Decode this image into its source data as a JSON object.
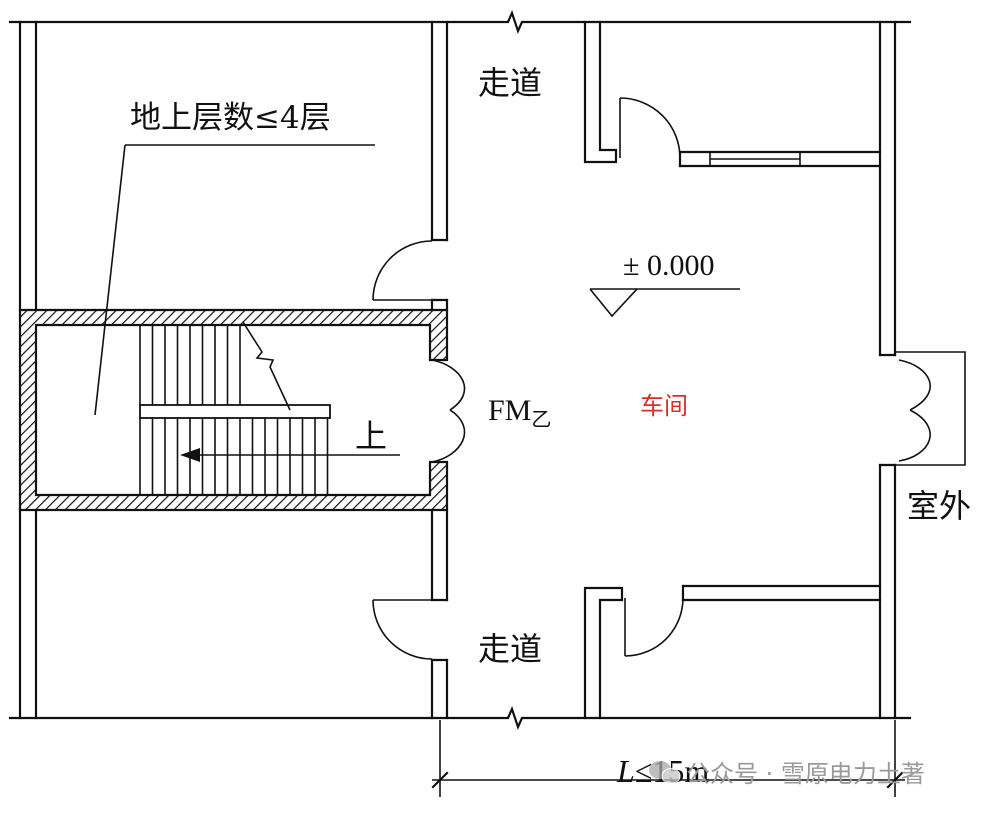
{
  "labels": {
    "floors": "地上层数≤4层",
    "corridor_top": "走道",
    "corridor_bottom": "走道",
    "elevation": "± 0.000",
    "door_fm": "FM",
    "door_fm_sub": "乙",
    "workshop": "车间",
    "stair_up": "上",
    "outdoor": "室外",
    "dim_L": "L",
    "dim_rest": "≤15m"
  },
  "watermark": "公众号 · 雪原电力土著",
  "colors": {
    "line": "#111111",
    "workshop_label": "#d9302c",
    "watermark": "#9a9a9a"
  }
}
